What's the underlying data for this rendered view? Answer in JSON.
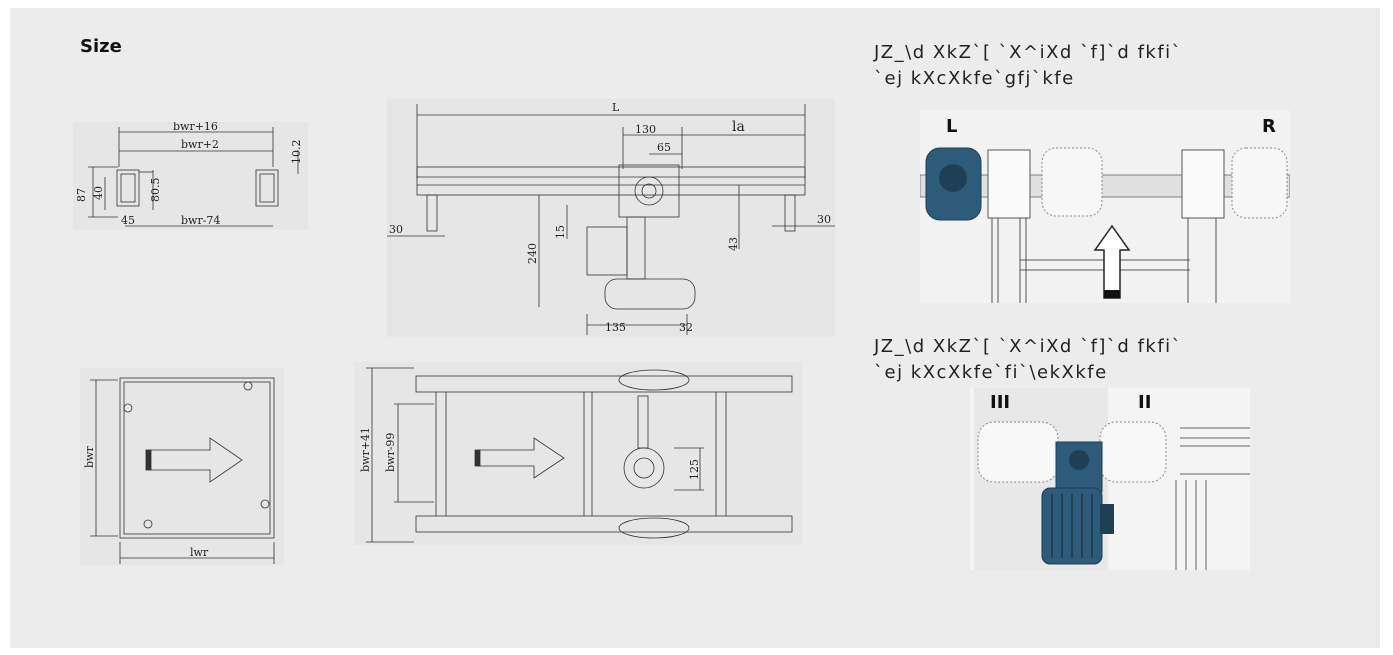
{
  "page": {
    "title": "Size"
  },
  "drawings": {
    "profile": {
      "labels": [
        "bwr+16",
        "bwr+2",
        "10.2",
        "87",
        "40",
        "80.5",
        "45",
        "bwr-74"
      ]
    },
    "side": {
      "labels": [
        "L",
        "130",
        "la",
        "65",
        "30",
        "30",
        "240",
        "15",
        "43",
        "135",
        "32"
      ]
    },
    "top_small": {
      "labels": [
        "bwr",
        "lwr"
      ]
    },
    "top_large": {
      "labels": [
        "bwr+41",
        "bwr-99",
        "125"
      ]
    }
  },
  "right": {
    "caption1_line1": "JZ_\\d XkZ`[ `X^iXd `f]`d fkfi`",
    "caption1_line2": "`ej kXcXkfe`gfj`kfe",
    "markers1": {
      "left": "L",
      "right": "R"
    },
    "caption2_line1": "JZ_\\d XkZ`[ `X^iXd `f]`d fkfi`",
    "caption2_line2": "`ej kXcXkfe`fi`\\ekXkfe",
    "markers2": {
      "left": "III",
      "right": "II"
    }
  },
  "colors": {
    "motor_blue": "#2e5b7a",
    "motor_dark": "#1f3f55",
    "panel": "#ececec"
  }
}
